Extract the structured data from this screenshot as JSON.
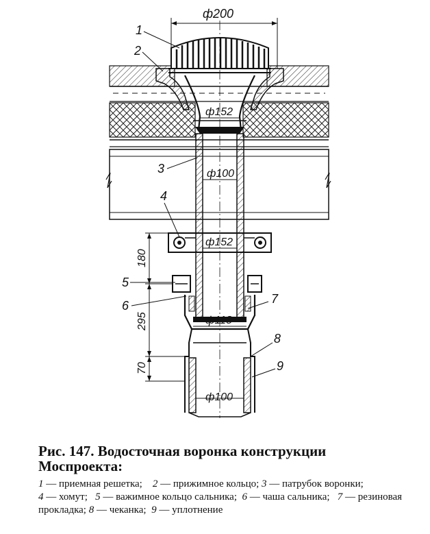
{
  "figure": {
    "dimensions": {
      "d200": "ф200",
      "d152_top": "ф152",
      "d100_top": "ф100",
      "d152_mid": "ф152",
      "d118": "ф118",
      "d100_bottom": "ф100",
      "h180": "180",
      "h295": "295",
      "h70": "70"
    },
    "callouts": [
      "1",
      "2",
      "3",
      "4",
      "5",
      "6",
      "7",
      "8",
      "9"
    ]
  },
  "caption": {
    "title": "Рис. 147. Водосточная воронка конструкции Моспроекта:"
  },
  "legend": [
    {
      "num": "1",
      "text": "приемная решетка;"
    },
    {
      "num": "2",
      "text": "прижимное кольцо;"
    },
    {
      "num": "3",
      "text": "патрубок воронки;"
    },
    {
      "num": "4",
      "text": "хомут;"
    },
    {
      "num": "5",
      "text": "важимное кольцо сальника;"
    },
    {
      "num": "6",
      "text": "чаша сальника;"
    },
    {
      "num": "7",
      "text": "резиновая прокладка;"
    },
    {
      "num": "8",
      "text": "чеканка;"
    },
    {
      "num": "9",
      "text": "уплотнение"
    }
  ]
}
